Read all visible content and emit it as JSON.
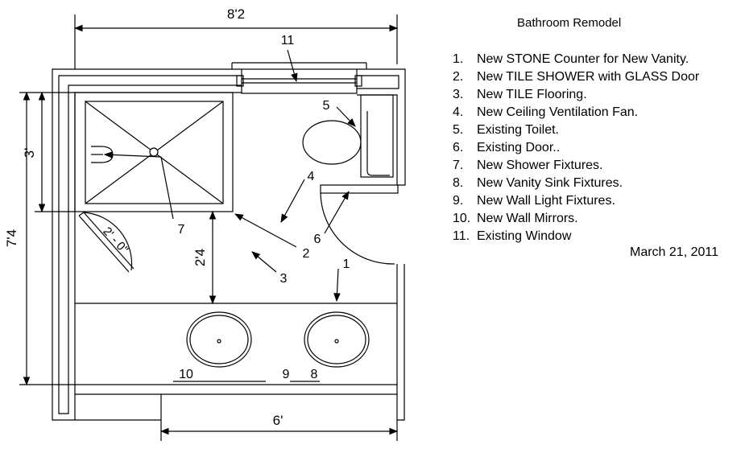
{
  "legend": {
    "title": "Bathroom Remodel",
    "items": [
      {
        "num": "1.",
        "text": "New STONE Counter for New Vanity."
      },
      {
        "num": "2.",
        "text": "New TILE SHOWER with GLASS Door"
      },
      {
        "num": "3.",
        "text": "New TILE Flooring."
      },
      {
        "num": "4.",
        "text": "New Ceiling Ventilation Fan."
      },
      {
        "num": "5.",
        "text": "Existing Toilet."
      },
      {
        "num": "6.",
        "text": "Existing Door.."
      },
      {
        "num": "7.",
        "text": "New Shower Fixtures."
      },
      {
        "num": "8.",
        "text": "New Vanity Sink Fixtures."
      },
      {
        "num": "9.",
        "text": "New Wall Light Fixtures."
      },
      {
        "num": "10.",
        "text": "New Wall Mirrors."
      },
      {
        "num": "11.",
        "text": "Existing Window"
      }
    ],
    "date": "March 21, 2011"
  },
  "dimensions": {
    "top_width": "8'2",
    "left_height": "7'4",
    "shower_depth": "3'",
    "shower_door": "2' - 0\"",
    "floor_clearance": "2'4",
    "vanity_width": "6'"
  },
  "callouts": {
    "c1": "1",
    "c2": "2",
    "c3": "3",
    "c4": "4",
    "c5": "5",
    "c6": "6",
    "c7": "7",
    "c8": "8",
    "c9": "9",
    "c10": "10",
    "c11": "11"
  }
}
